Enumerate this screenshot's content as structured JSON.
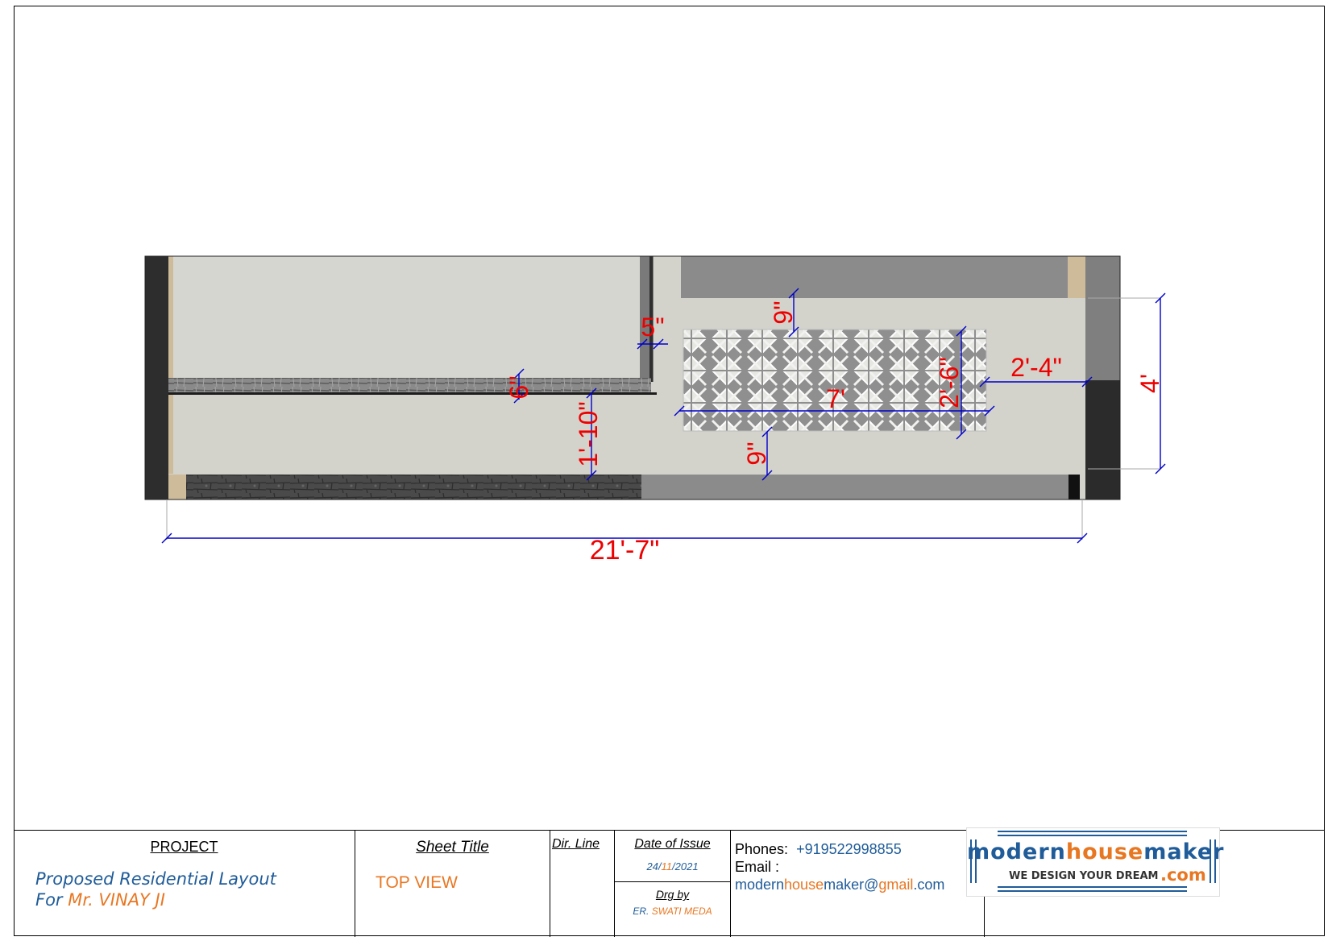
{
  "drawing": {
    "dimensions": {
      "overall_length": "21'-7\"",
      "overall_width": "4'",
      "cnc_panel_length": "7'",
      "cnc_panel_height": "2'-6\"",
      "side_gap": "2'-4\"",
      "top_margin": "9\"",
      "bottom_margin": "9\"",
      "partition_thickness": "5\"",
      "ledge_depth": "6\"",
      "ledge_offset": "1'-10\""
    }
  },
  "title_block": {
    "project_heading": "PROJECT",
    "project_line1": "Proposed Residential Layout",
    "project_line2_prefix": "For",
    "project_client": "Mr. VINAY JI",
    "sheet_title_heading": "Sheet Title",
    "sheet_title": "TOP VIEW",
    "dir_line_heading": "Dir. Line",
    "date_heading": "Date of Issue",
    "date_day": "24/",
    "date_month": "11",
    "date_year": "/2021",
    "drawn_by_heading": "Drg by",
    "drawn_by_prefix": "ER.",
    "drawn_by_name": "SWATI MEDA",
    "phone_label": "Phones:",
    "phone": "+919522998855",
    "email_label": "Email :",
    "email_part1": "modern",
    "email_part2": "house",
    "email_part3": "maker@",
    "email_part4": "gmail",
    "email_part5": ".com"
  },
  "logo": {
    "word1": "modern",
    "word2": "house",
    "word3": "maker",
    "tagline": "WE DESIGN YOUR DREAM",
    "suffix": ".com"
  },
  "colors": {
    "dimension_text": "#e00000",
    "dimension_line": "#0000cc",
    "brand_blue": "#1f5c99",
    "brand_orange": "#e87722"
  }
}
